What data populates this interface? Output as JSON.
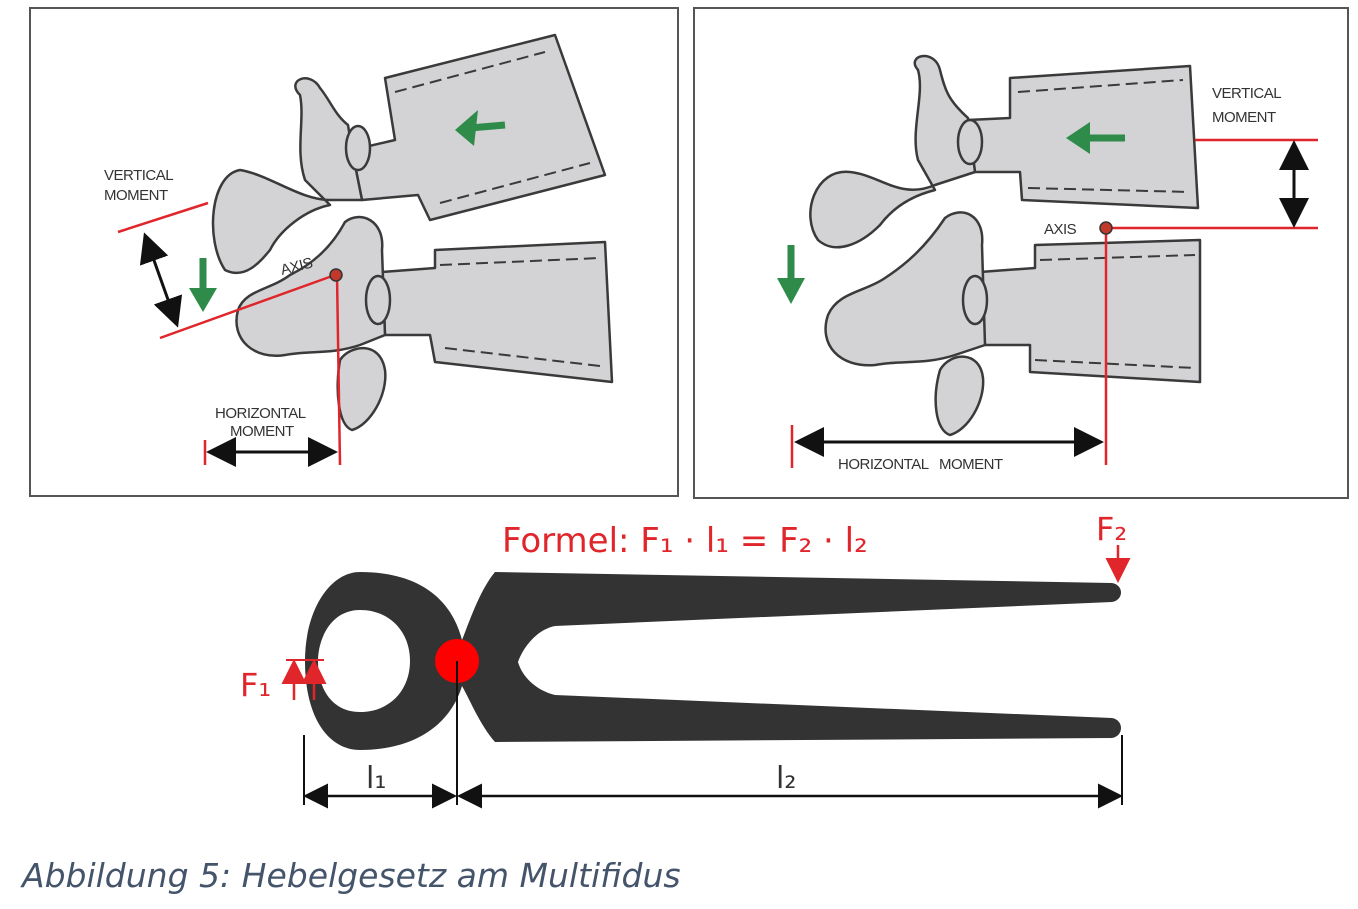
{
  "left_panel": {
    "vertical_moment_line1": "VERTICAL",
    "vertical_moment_line2": "MOMENT",
    "axis": "AXIS",
    "horizontal_moment_line1": "HORIZONTAL",
    "horizontal_moment_line2": "MOMENT"
  },
  "right_panel": {
    "vertical_moment_line1": "VERTICAL",
    "vertical_moment_line2": "MOMENT",
    "axis": "AXIS",
    "horizontal_moment": "HORIZONTAL   MOMENT"
  },
  "lever": {
    "formula": "Formel: F₁ · l₁ = F₂ · l₂",
    "f1": "F₁",
    "f2": "F₂",
    "l1": "l₁",
    "l2": "l₂"
  },
  "caption": "Abbildung 5: Hebelgesetz am Multifidus",
  "colors": {
    "accent_red": "#e0262b",
    "arrow_green": "#2e8b4a",
    "pincer_dark": "#333333",
    "bone_gray": "#d3d3d5",
    "caption_blue_gray": "#44546a"
  }
}
